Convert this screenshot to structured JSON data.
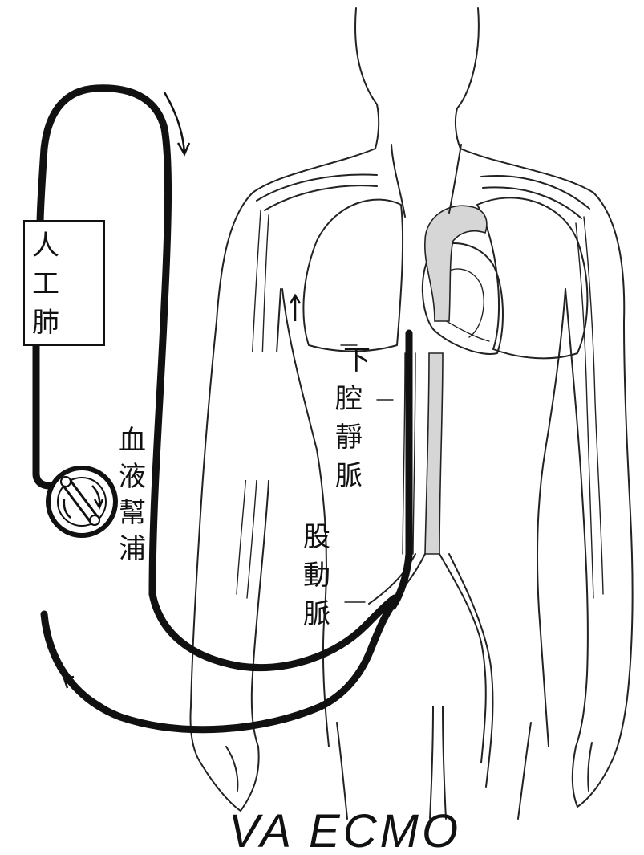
{
  "labels": {
    "oxygenator": "人工肺",
    "pump": "血液幫浦",
    "ivc": "下腔靜脈",
    "femoral_artery": "股動脈"
  },
  "title": "VA ECMO",
  "colors": {
    "line": "#111111",
    "vessel_fill": "#d6d6d6",
    "background": "#ffffff"
  }
}
